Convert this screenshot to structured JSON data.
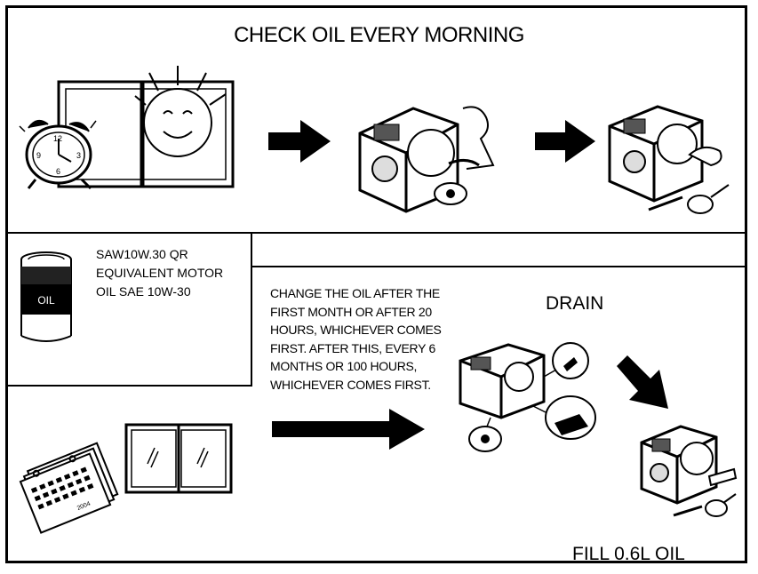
{
  "title": "CHECK OIL EVERY MORNING",
  "oil_spec": {
    "line1": "SAW10W.30 QR",
    "line2": "EQUIVALENT MOTOR",
    "line3": "OIL SAE 10W-30"
  },
  "oil_can_label": "OIL",
  "change_instructions": {
    "line1": "CHANGE THE OIL AFTER THE",
    "line2": "FIRST MONTH OR AFTER 20",
    "line3": "HOURS, WHICHEVER COMES",
    "line4": "FIRST. AFTER THIS, EVERY 6",
    "line5": "MONTHS OR 100 HOURS,",
    "line6": "WHICHEVER COMES FIRST."
  },
  "drain_label": "DRAIN",
  "fill_label": "FILL 0.6L OIL",
  "clock_numbers": {
    "n12": "12",
    "n9": "9",
    "n3": "3",
    "n6": "6"
  },
  "calendar_year": "2004"
}
